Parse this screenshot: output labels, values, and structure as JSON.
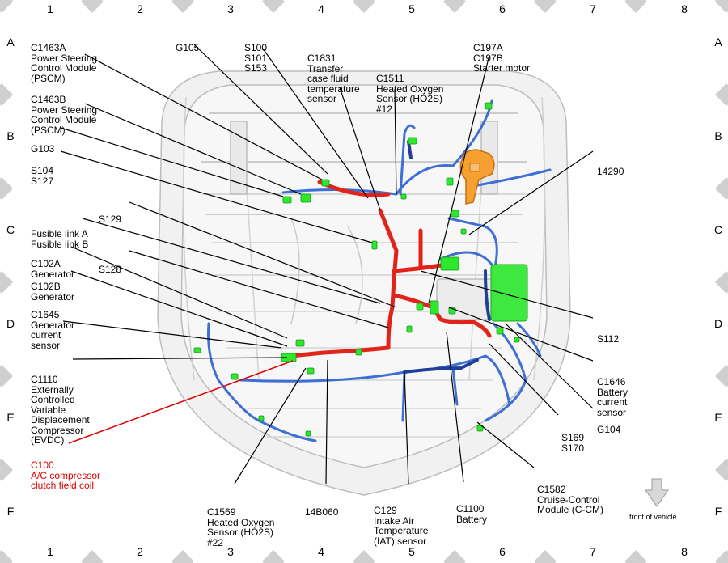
{
  "grid": {
    "columns": [
      "1",
      "2",
      "3",
      "4",
      "5",
      "6",
      "7",
      "8"
    ],
    "rows": [
      "A",
      "B",
      "C",
      "D",
      "E",
      "F"
    ]
  },
  "front_of_vehicle": "front of vehicle",
  "colors": {
    "harness_red": "#e2231a",
    "harness_blue": "#3d6fd4",
    "connector_green": "#2ee82e",
    "module_green": "#3ee83e",
    "battery_orange": "#f5a030",
    "callout_red": "#e00000"
  },
  "labels": {
    "c1463a": [
      "C1463A",
      "Power Steering",
      "Control Module",
      "(PSCM)"
    ],
    "c1463b": [
      "C1463B",
      "Power Steering",
      "Control Module",
      "(PSCM)"
    ],
    "g103": [
      "G103"
    ],
    "s104": [
      "S104",
      "S127"
    ],
    "fusible": [
      "Fusible link A",
      "Fusible link B"
    ],
    "c102a": [
      "C102A",
      "Generator"
    ],
    "c102b": [
      "C102B",
      "Generator"
    ],
    "c1645": [
      "C1645",
      "Generator",
      "current",
      "sensor"
    ],
    "c1110": [
      "C1110",
      "Externally",
      "Controlled",
      "Variable",
      "Displacement",
      "Compressor",
      "(EVDC)"
    ],
    "c100": [
      "C100",
      "A/C compressor",
      "clutch field coil"
    ],
    "g105": [
      "G105"
    ],
    "s100": [
      "S100",
      "S101",
      "S153"
    ],
    "c1831": [
      "C1831",
      "Transfer",
      "case fluid",
      "temperature",
      "sensor"
    ],
    "c1511": [
      "C1511",
      "Heated Oxygen",
      "Sensor (HO2S)",
      "#12"
    ],
    "c197": [
      "C197A",
      "C197B",
      "Starter motor"
    ],
    "s129": [
      "S129"
    ],
    "s128": [
      "S128"
    ],
    "n14290": [
      "14290"
    ],
    "s112": [
      "S112"
    ],
    "c1646": [
      "C1646",
      "Battery",
      "current",
      "sensor"
    ],
    "g104": [
      "G104"
    ],
    "s169": [
      "S169",
      "S170"
    ],
    "c1582": [
      "C1582",
      "Cruise-Control",
      "Module (C-CM)"
    ],
    "c1100": [
      "C1100",
      "Battery"
    ],
    "c129": [
      "C129",
      "Intake Air",
      "Temperature",
      "(IAT) sensor"
    ],
    "n14b060": [
      "14B060"
    ],
    "c1569": [
      "C1569",
      "Heated Oxygen",
      "Sensor (HO2S)",
      "#22"
    ]
  }
}
